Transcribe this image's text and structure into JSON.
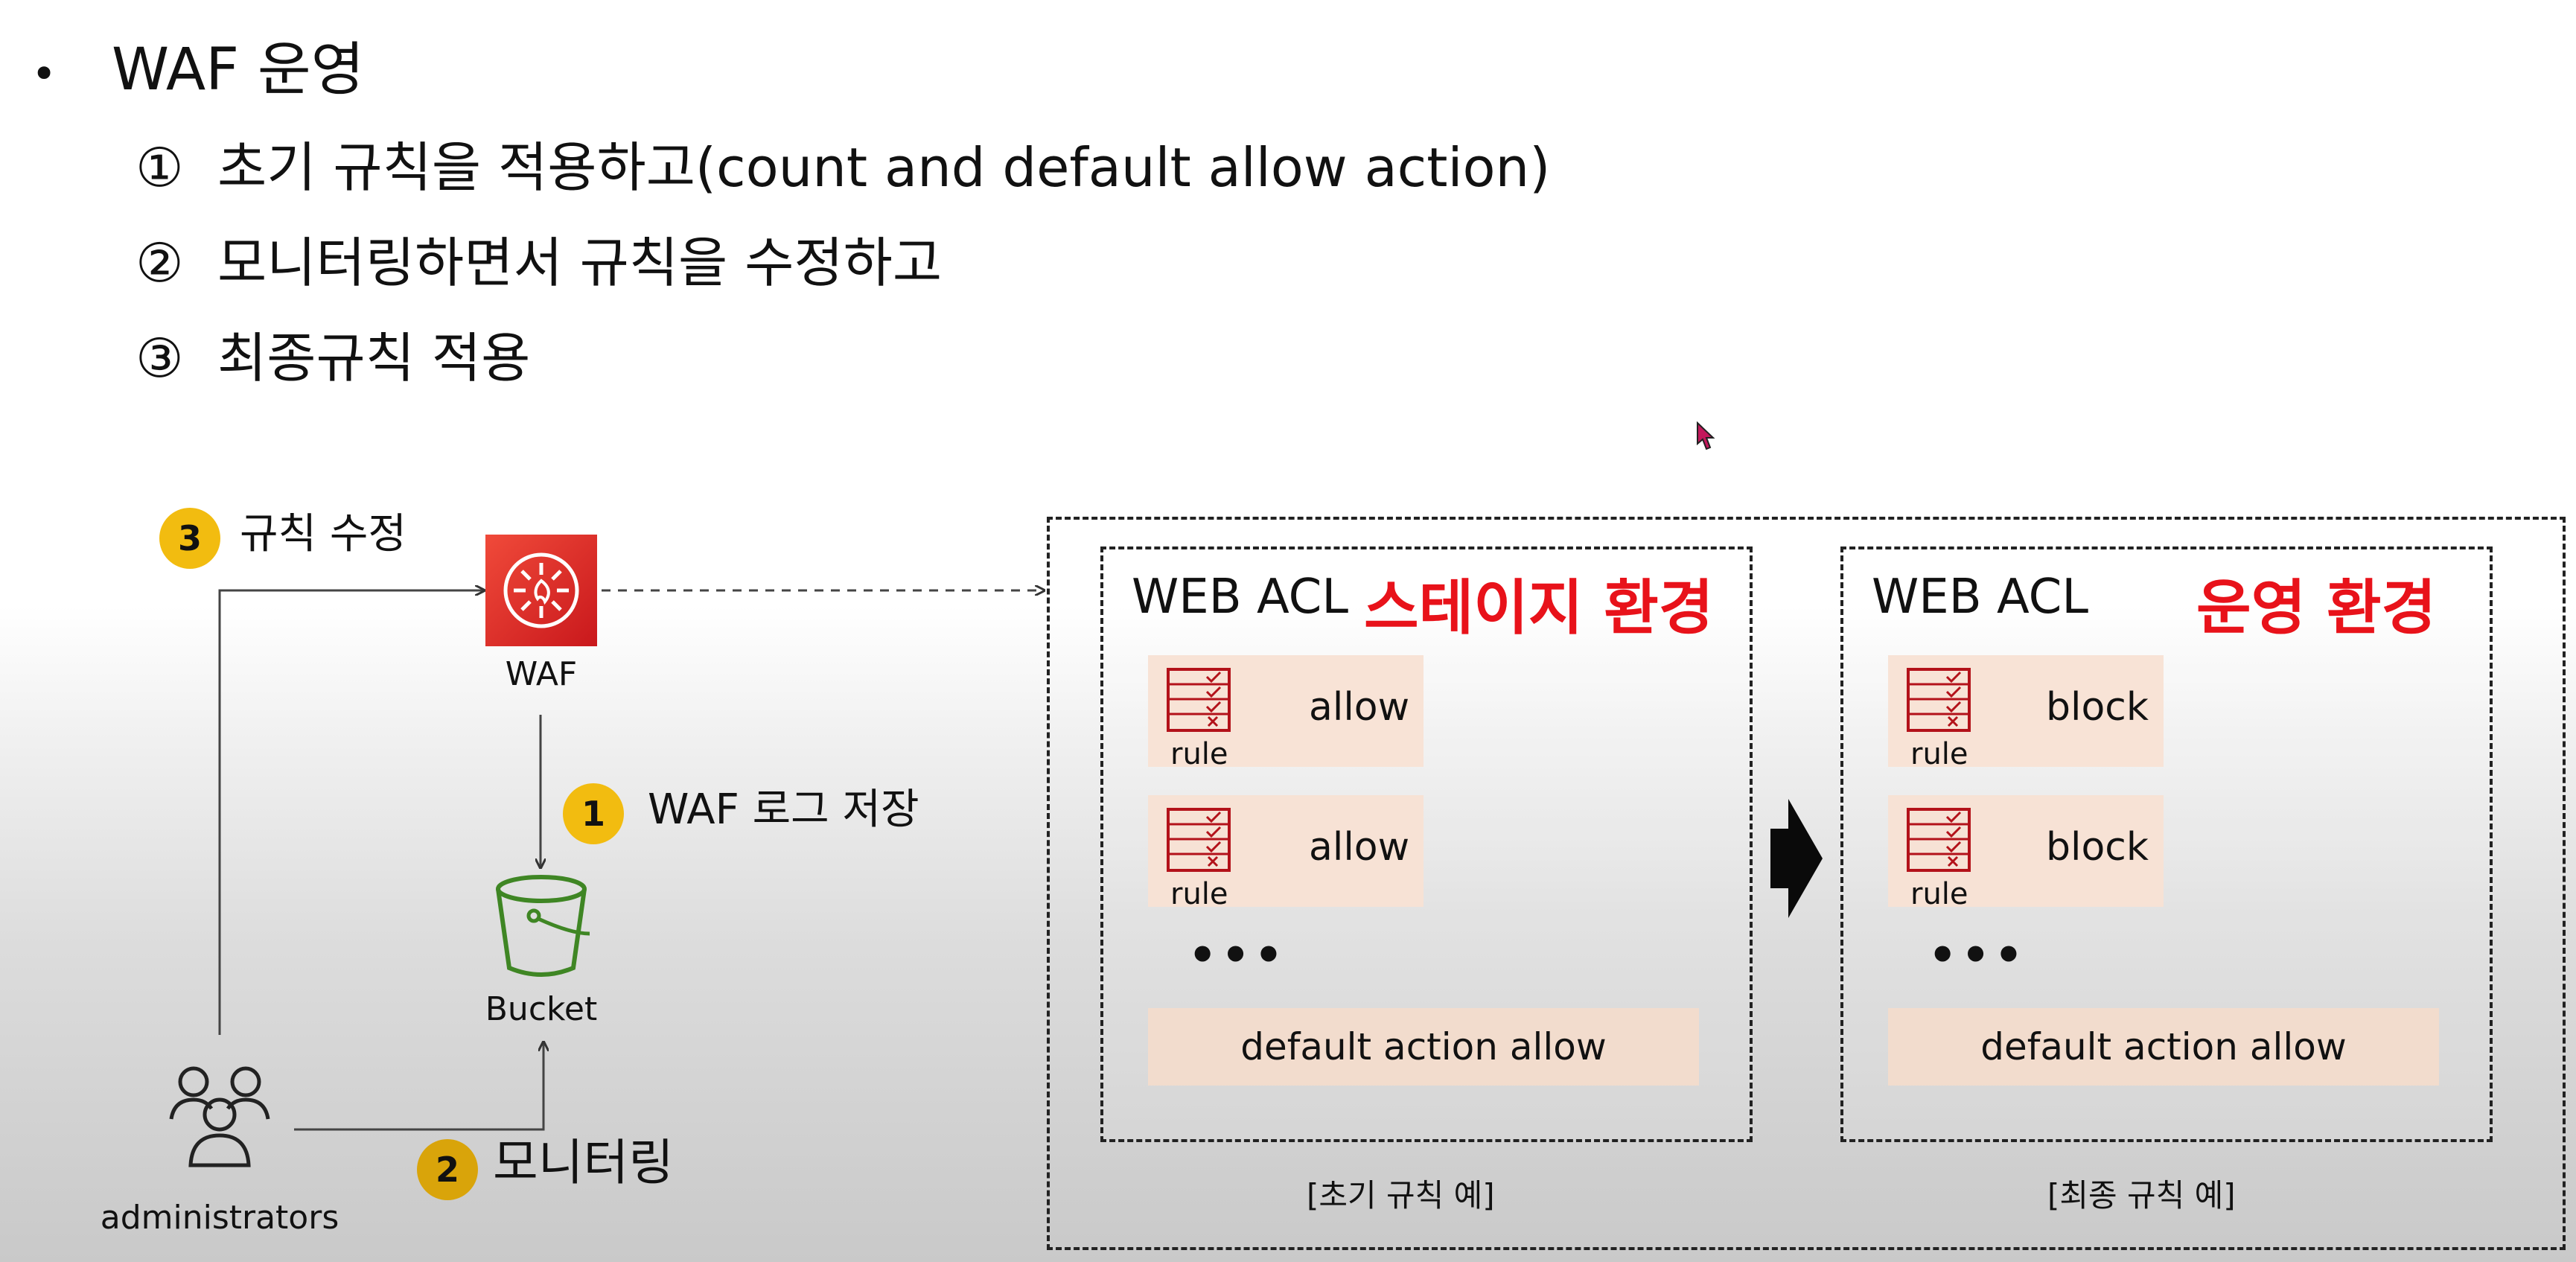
{
  "heading": {
    "bullet": "•",
    "title": "WAF 운영",
    "steps": [
      {
        "num": "①",
        "text": "초기 규칙을 적용하고(count and default allow action)"
      },
      {
        "num": "②",
        "text": "모니터링하면서 규칙을 수정하고"
      },
      {
        "num": "③",
        "text": "최종규칙 적용"
      }
    ]
  },
  "diagram": {
    "edit_rules": {
      "badge": "3",
      "label": "규칙 수정"
    },
    "waf": {
      "label": "WAF",
      "color": "#dd2a2a"
    },
    "save_logs": {
      "badge": "1",
      "label": "WAF 로그 저장"
    },
    "bucket": {
      "label": "Bucket",
      "color": "#3f8624"
    },
    "monitoring": {
      "badge": "2",
      "label": "모니터링"
    },
    "admins": {
      "label": "administrators"
    }
  },
  "acl": {
    "stage": {
      "title": "WEB ACL",
      "env": "스테이지 환경",
      "rules": [
        {
          "label": "rule",
          "action": "allow"
        },
        {
          "label": "rule",
          "action": "allow"
        }
      ],
      "ellipsis": "•••",
      "default": "default action allow",
      "caption": "[초기 규칙 예]"
    },
    "prod": {
      "title": "WEB ACL",
      "env": "운영 환경",
      "rules": [
        {
          "label": "rule",
          "action": "block"
        },
        {
          "label": "rule",
          "action": "block"
        }
      ],
      "ellipsis": "•••",
      "default": "default action allow",
      "caption": "[최종 규칙 예]"
    },
    "accent_color": "#e8121a",
    "rule_icon_color": "#b3121a"
  }
}
